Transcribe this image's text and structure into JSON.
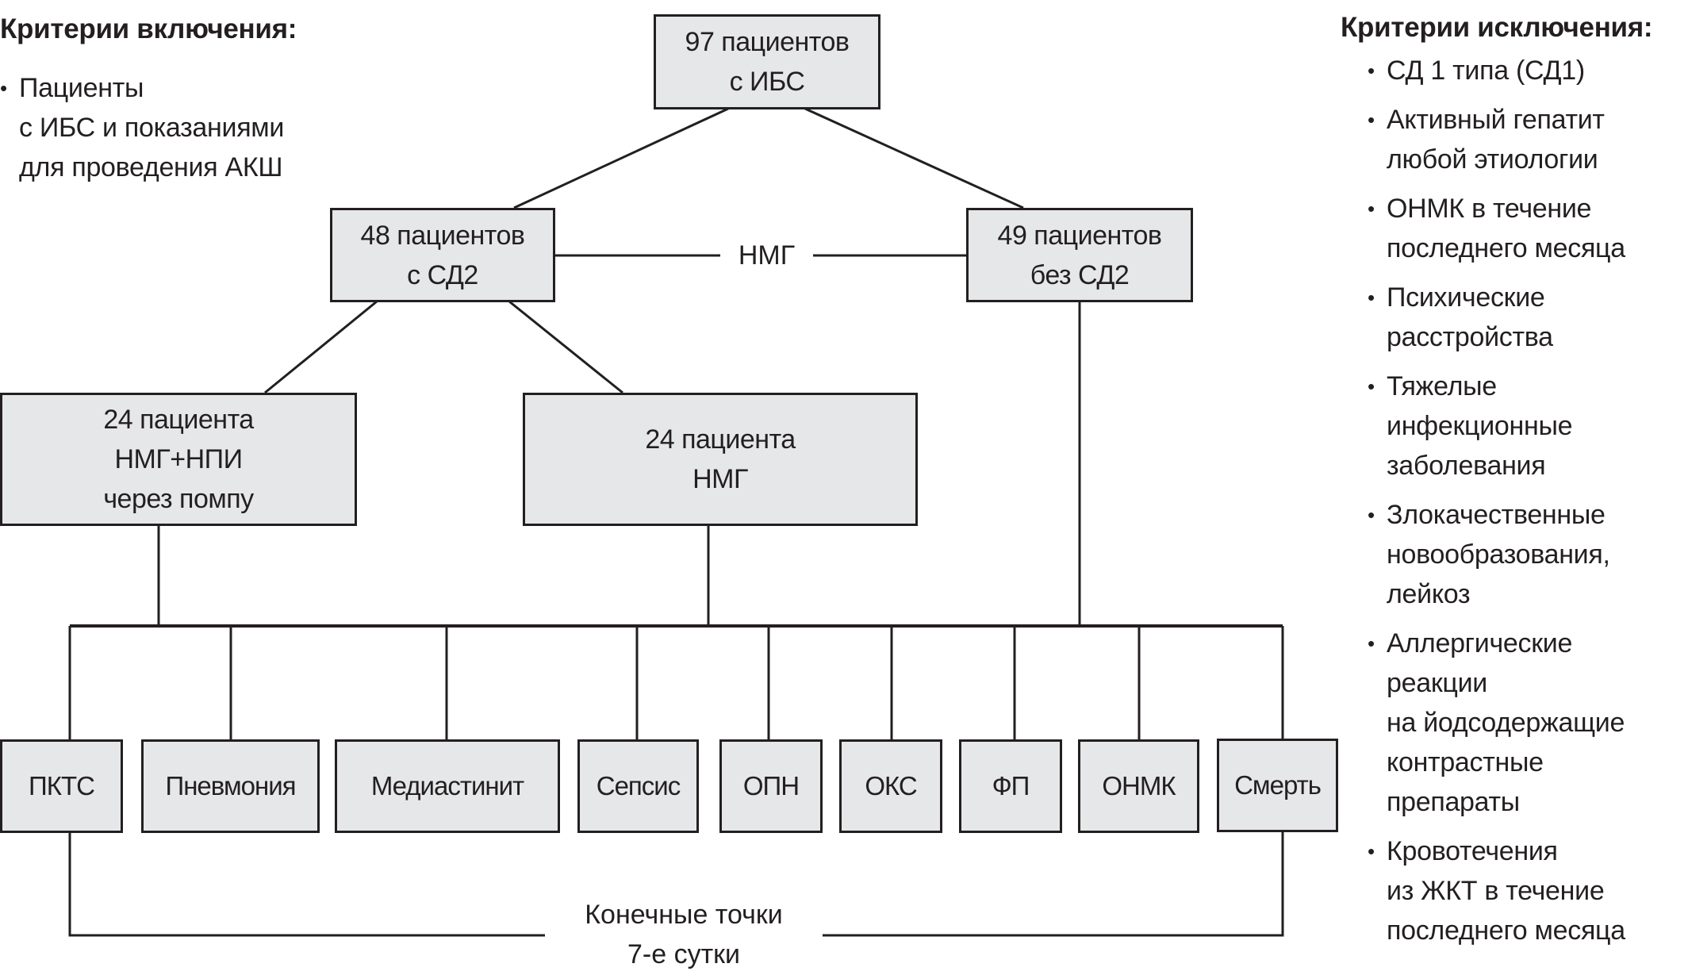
{
  "inclusion": {
    "title": "Критерии включения:",
    "items": [
      {
        "lines": [
          "Пациенты",
          "с ИБС и показаниями",
          "для проведения АКШ"
        ]
      }
    ]
  },
  "exclusion": {
    "title": "Критерии исключения:",
    "items": [
      {
        "lines": [
          "СД 1 типа (СД1)"
        ]
      },
      {
        "lines": [
          "Активный гепатит",
          "любой этиологии"
        ]
      },
      {
        "lines": [
          "ОНМК в течение",
          "последнего месяца"
        ]
      },
      {
        "lines": [
          "Психические",
          "расстройства"
        ]
      },
      {
        "lines": [
          "Тяжелые",
          "инфекционные",
          "заболевания"
        ]
      },
      {
        "lines": [
          "Злокачественные",
          "новообразования,",
          "лейкоз"
        ]
      },
      {
        "lines": [
          "Аллергические",
          "реакции",
          "на йодсодержащие",
          "контрастные",
          "препараты"
        ]
      },
      {
        "lines": [
          "Кровотечения",
          "из ЖКТ в течение",
          "последнего месяца"
        ]
      }
    ]
  },
  "nodes": {
    "total": {
      "lines": [
        "97 пациентов",
        "с ИБС"
      ]
    },
    "with_dm2": {
      "lines": [
        "48 пациентов",
        "с СД2"
      ]
    },
    "without_dm2": {
      "lines": [
        "49 пациентов",
        "без СД2"
      ]
    },
    "nmg_link_label": "НМГ",
    "nmg_npi": {
      "lines": [
        "24 пациента",
        "НМГ+НПИ",
        "через помпу"
      ]
    },
    "nmg": {
      "lines": [
        "24 пациента",
        "НМГ"
      ]
    }
  },
  "endpoints": {
    "items": [
      "ПКТС",
      "Пневмония",
      "Медиастинит",
      "Сепсис",
      "ОПН",
      "ОКС",
      "ФП",
      "ОНМК",
      "Смерть"
    ],
    "caption_lines": [
      "Конечные точки",
      "7-е сутки"
    ]
  },
  "colors": {
    "box_fill": "#e6e7e8",
    "stroke": "#231f20"
  }
}
